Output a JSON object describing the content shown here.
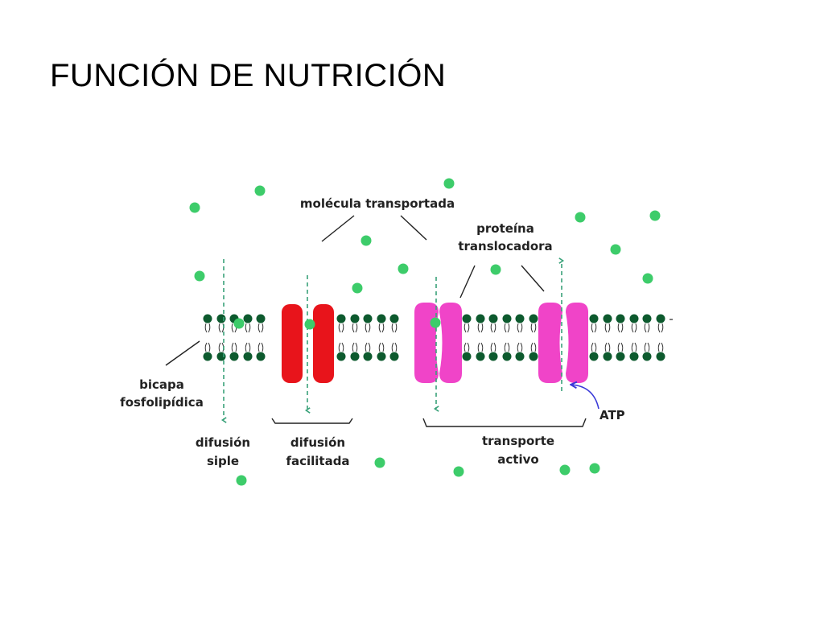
{
  "slide": {
    "title": "FUNCIÓN DE NUTRICIÓN"
  },
  "labels": {
    "molecule": "molécula transportada",
    "protein_line1": "proteína",
    "protein_line2": "translocadora",
    "bilayer_line1": "bicapa",
    "bilayer_line2": "fosfolipídica",
    "simple_line1": "difusión",
    "simple_line2": "siple",
    "facilitated_line1": "difusión",
    "facilitated_line2": "facilitada",
    "active_line1": "transporte",
    "active_line2": "activo",
    "atp": "ATP"
  },
  "colors": {
    "molecule": "#3dcc6a",
    "lipid_head": "#0d5a2e",
    "channel_protein": "#e8141b",
    "carrier_protein": "#f044c8",
    "arrow": "#3aa27a",
    "atp_arrow": "#3a3ad8",
    "line": "#222222"
  }
}
